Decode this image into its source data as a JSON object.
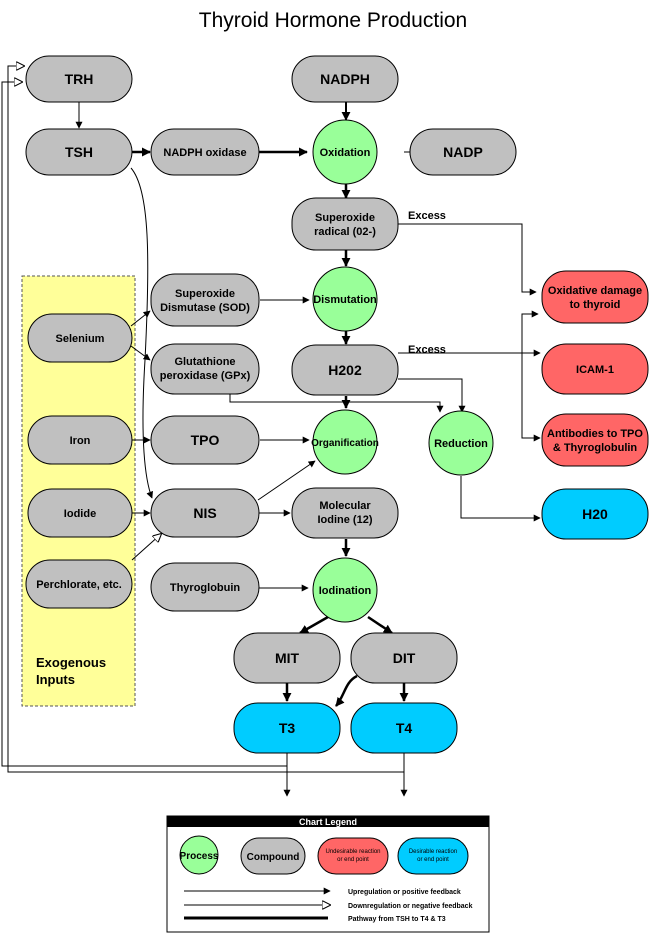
{
  "title": "Thyroid Hormone Production",
  "colors": {
    "compound": "#c0c0c0",
    "process": "#99ff99",
    "undesirable": "#ff6666",
    "desirable": "#00ccff",
    "exogenous_bg": "#ffff99"
  },
  "nodes": {
    "trh": "TRH",
    "tsh": "TSH",
    "nadph": "NADPH",
    "nadph_oxidase": "NADPH oxidase",
    "oxidation": "Oxidation",
    "nadp": "NADP",
    "superoxide_line1": "Superoxide",
    "superoxide_line2": "radical (02-)",
    "sod_line1": "Superoxide",
    "sod_line2": "Dismutase (SOD)",
    "dismutation": "Dismutation",
    "selenium": "Selenium",
    "gpx_line1": "Glutathione",
    "gpx_line2": "peroxidase (GPx)",
    "h202": "H202",
    "iron": "Iron",
    "tpo": "TPO",
    "organification": "Organification",
    "reduction": "Reduction",
    "iodide": "Iodide",
    "nis": "NIS",
    "molecular_line1": "Molecular",
    "molecular_line2": "Iodine (12)",
    "perchlorate": "Perchlorate, etc.",
    "thyroglobuin": "Thyroglobuin",
    "iodination": "Iodination",
    "mit": "MIT",
    "dit": "DIT",
    "t3": "T3",
    "t4": "T4",
    "h20": "H20",
    "oxidative_line1": "Oxidative damage",
    "oxidative_line2": "to thyroid",
    "icam": "ICAM-1",
    "antibodies_line1": "Antibodies to TPO",
    "antibodies_line2": "& Thyroglobulin"
  },
  "labels": {
    "excess_1": "Excess",
    "excess_2": "Excess",
    "exogenous_line1": "Exogenous",
    "exogenous_line2": "Inputs"
  },
  "legend": {
    "title": "Chart Legend",
    "process": "Process",
    "compound": "Compound",
    "undesirable_line1": "Undesirable reaction",
    "undesirable_line2": "or end point",
    "desirable_line1": "Desirable reaction",
    "desirable_line2": "or end point",
    "upregulation": "Upregulation or positive feedback",
    "downregulation": "Downregulation or negative feedback",
    "pathway": "Pathway from TSH to T4 & T3"
  }
}
